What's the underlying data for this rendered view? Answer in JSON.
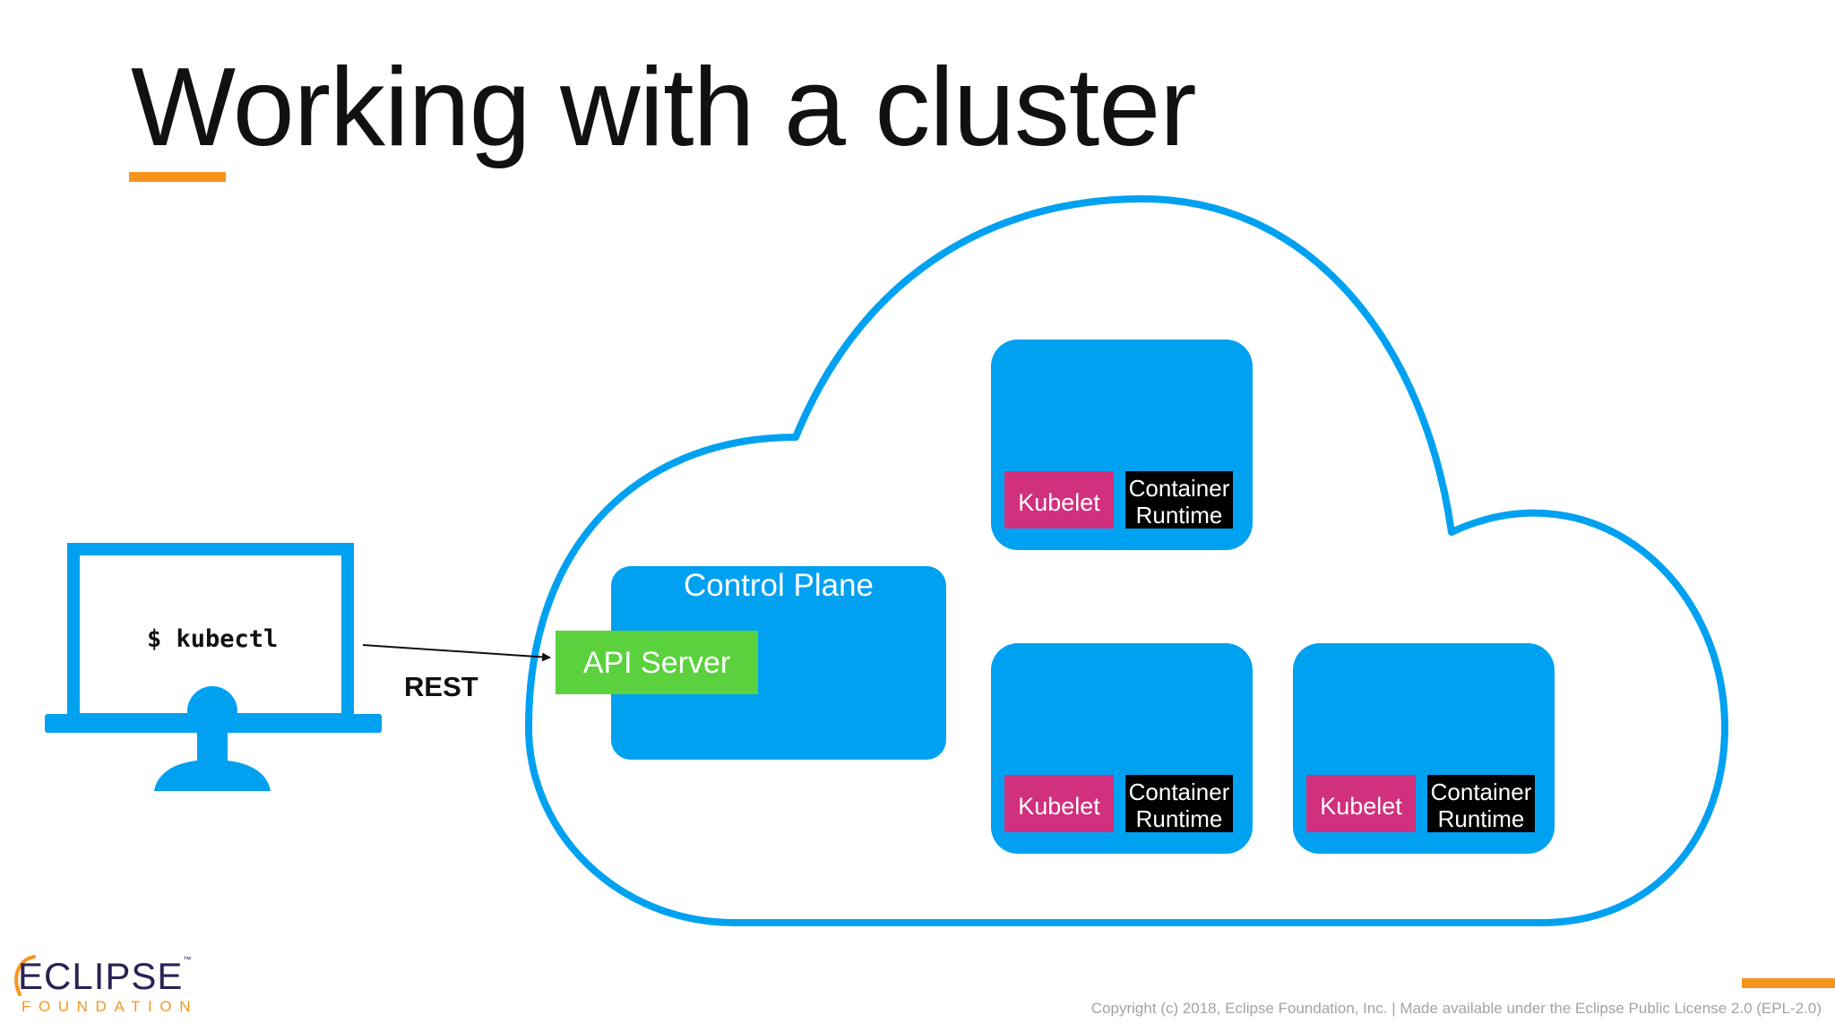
{
  "slide": {
    "title": "Working with a cluster",
    "accent_color": "#f7941d"
  },
  "client": {
    "command": "$ kubectl",
    "icon": "computer-user-icon",
    "color": "#00a1f1"
  },
  "connection": {
    "label": "REST"
  },
  "cluster": {
    "icon": "cloud-icon",
    "outline_color": "#00a1f1",
    "control_plane": {
      "label": "Control Plane",
      "api_server": "API Server",
      "api_server_color": "#5bd23d"
    },
    "nodes": [
      {
        "kubelet": "Kubelet",
        "runtime_line1": "Container",
        "runtime_line2": "Runtime"
      },
      {
        "kubelet": "Kubelet",
        "runtime_line1": "Container",
        "runtime_line2": "Runtime"
      },
      {
        "kubelet": "Kubelet",
        "runtime_line1": "Container",
        "runtime_line2": "Runtime"
      }
    ],
    "node_color": "#00a1f1",
    "kubelet_color": "#d1307e",
    "runtime_color": "#000000"
  },
  "footer": {
    "logo_word": "ECLIPSE",
    "logo_tm": "™",
    "logo_sub": "FOUNDATION",
    "copyright": "Copyright (c) 2018, Eclipse Foundation, Inc. | Made available under the Eclipse Public License 2.0 (EPL-2.0)"
  }
}
